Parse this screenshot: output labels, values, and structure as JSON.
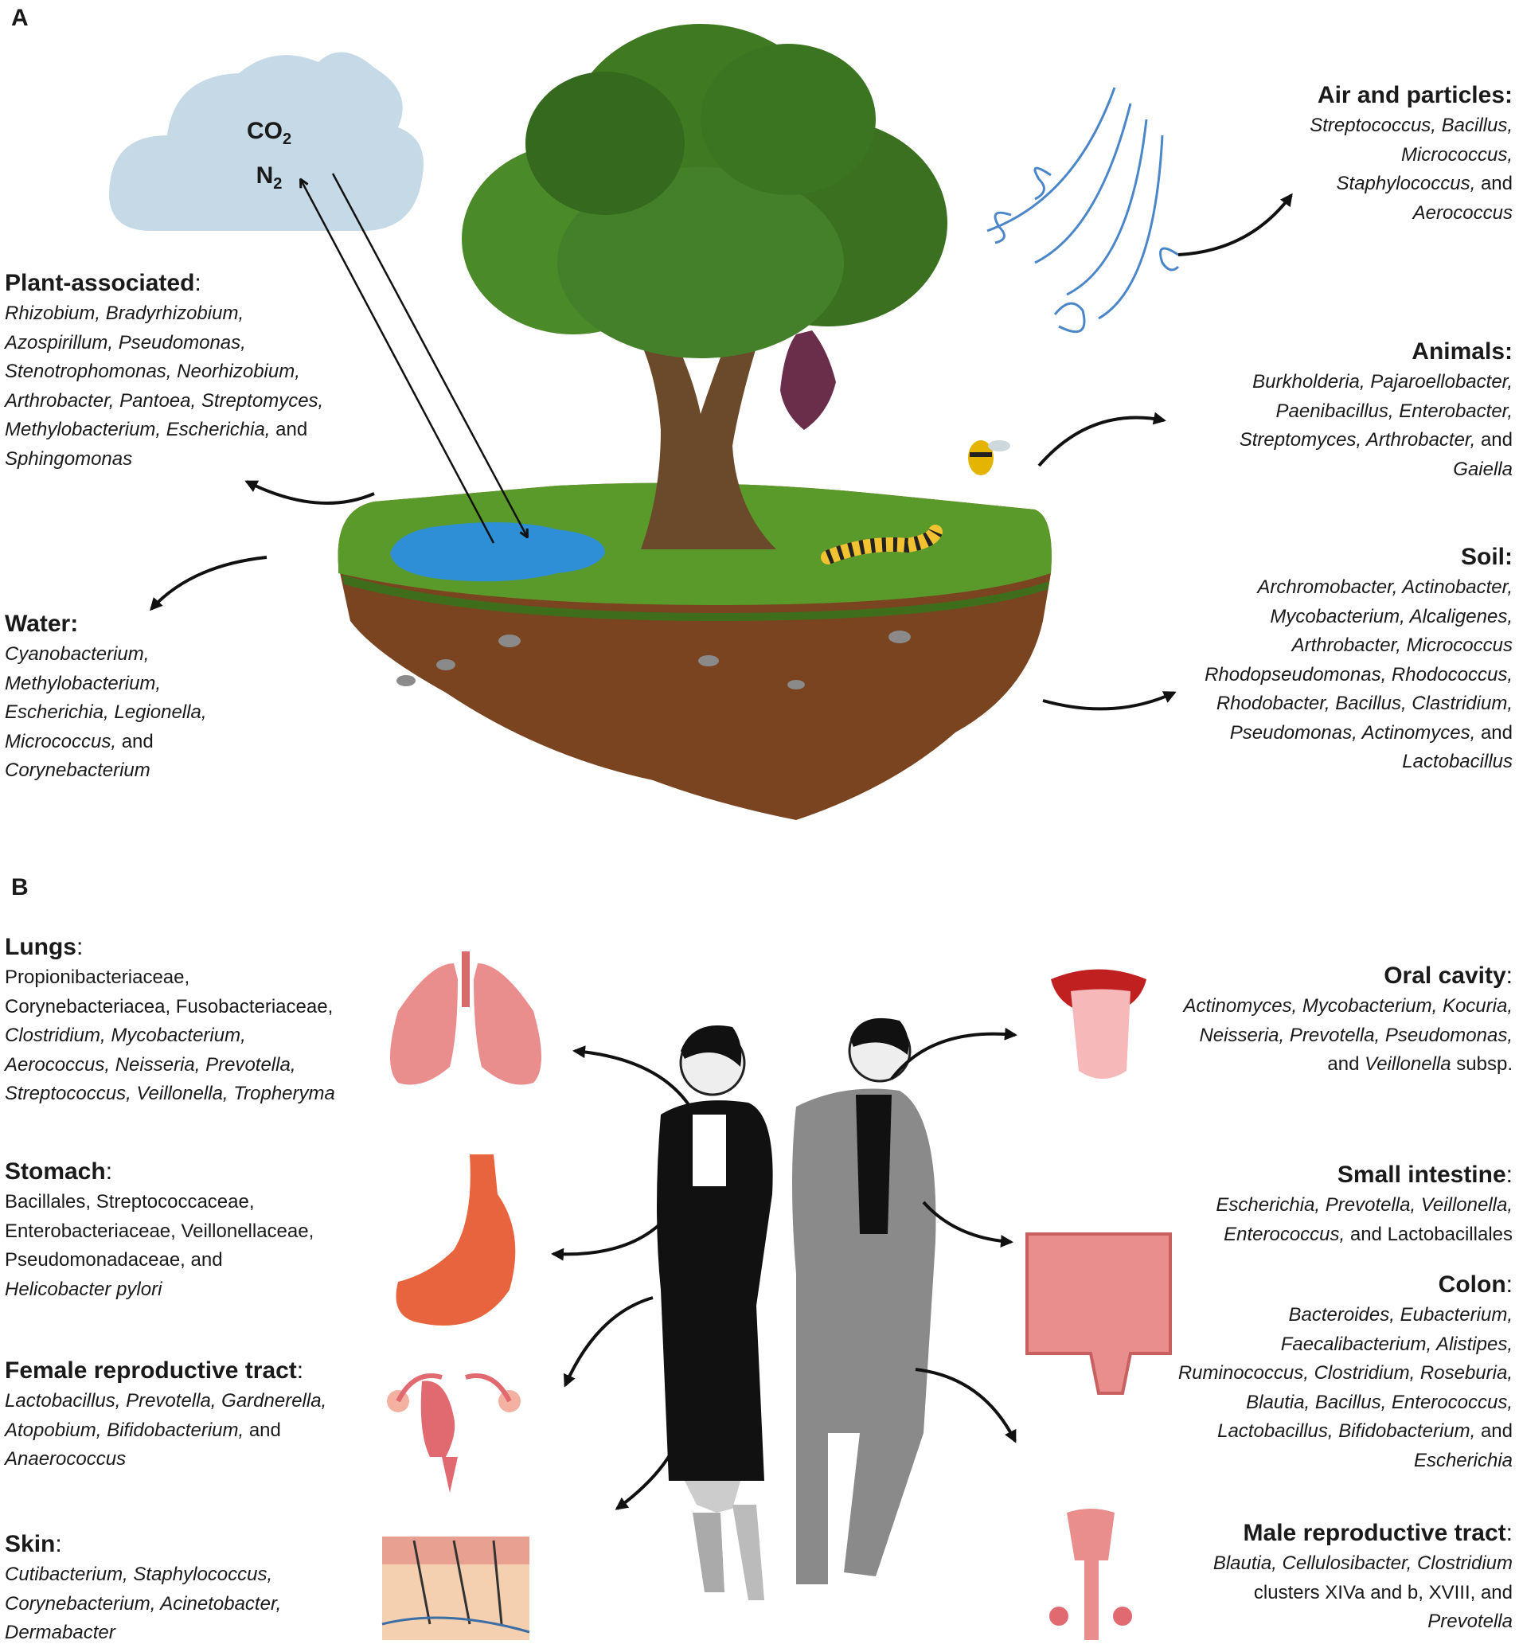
{
  "panels": {
    "a": "A",
    "b": "B"
  },
  "cloud": {
    "co2": "CO",
    "co2_sub": "2",
    "n2": "N",
    "n2_sub": "2"
  },
  "panel_a": {
    "plant": {
      "title": "Plant-associated",
      "colon": ":",
      "lines": [
        "Rhizobium, Bradyrhizobium,",
        "Azospirillum, Pseudomonas,",
        "Stenotrophomonas, Neorhizobium,",
        "Arthrobacter, Pantoea, Streptomyces,",
        "Methylobacterium, Escherichia, and",
        "Sphingomonas"
      ]
    },
    "water": {
      "title": "Water:",
      "lines": [
        "Cyanobacterium,",
        "Methylobacterium,",
        "Escherichia, Legionella,",
        "Micrococcus, and",
        "Corynebacterium"
      ]
    },
    "air": {
      "title": "Air and particles:",
      "lines": [
        "Streptococcus, Bacillus,",
        "Micrococcus,",
        "Staphylococcus, and",
        "Aerococcus"
      ]
    },
    "animals": {
      "title": "Animals:",
      "lines": [
        "Burkholderia, Pajaroellobacter,",
        "Paenibacillus, Enterobacter,",
        "Streptomyces, Arthrobacter, and",
        "Gaiella"
      ]
    },
    "soil": {
      "title": "Soil:",
      "lines": [
        "Archromobacter, Actinobacter,",
        "Mycobacterium, Alcaligenes,",
        "Arthrobacter, Micrococcus",
        "Rhodopseudomonas, Rhodococcus,",
        "Rhodobacter, Bacillus, Clastridium,",
        "Pseudomonas, Actinomyces, and",
        "Lactobacillus"
      ]
    }
  },
  "panel_b": {
    "lungs": {
      "title": "Lungs",
      "colon": ":",
      "lines": [
        "Propionibacteriaceae,",
        "Corynebacteriacea, Fusobacteriaceae,",
        "Clostridium, Mycobacterium,",
        "Aerococcus, Neisseria, Prevotella,",
        "Streptococcus, Veillonella, Tropheryma"
      ]
    },
    "stomach": {
      "title": "Stomach",
      "colon": ":",
      "lines": [
        "Bacillales, Streptococcaceae,",
        "Enterobacteriaceae, Veillonellaceae,",
        "Pseudomonadaceae, and",
        "Helicobacter pylori"
      ]
    },
    "female": {
      "title": "Female reproductive tract",
      "colon": ":",
      "lines": [
        "Lactobacillus, Prevotella, Gardnerella,",
        "Atopobium, Bifidobacterium, and",
        "Anaerococcus"
      ]
    },
    "skin": {
      "title": "Skin",
      "colon": ":",
      "lines": [
        "Cutibacterium, Staphylococcus,",
        "Corynebacterium, Acinetobacter,",
        "Dermabacter"
      ]
    },
    "oral": {
      "title": "Oral cavity",
      "colon": ":",
      "lines": [
        "Actinomyces, Mycobacterium, Kocuria,",
        "Neisseria, Prevotella, Pseudomonas,",
        "and Veillonella subsp."
      ]
    },
    "small": {
      "title": "Small intestine",
      "colon": ":",
      "lines": [
        "Escherichia, Prevotella, Veillonella,",
        "Enterococcus, and Lactobacillales"
      ]
    },
    "colon": {
      "title": "Colon",
      "colon": ":",
      "lines": [
        "Bacteroides, Eubacterium,",
        "Faecalibacterium, Alistipes,",
        "Ruminococcus, Clostridium, Roseburia,",
        "Blautia, Bacillus, Enterococcus,",
        "Lactobacillus, Bifidobacterium, and",
        "Escherichia"
      ]
    },
    "male": {
      "title": "Male reproductive tract",
      "colon": ":",
      "lines": [
        "Blautia, Cellulosibacter, Clostridium",
        "clusters XIVa and b, XVIII, and",
        "Prevotella"
      ]
    }
  },
  "colors": {
    "sky": "#c5d9e6",
    "water": "#2e8fd6",
    "grass": "#5a9a2a",
    "soil": "#7a4420",
    "foliage": "#3f7a22",
    "trunk": "#6b4a2b",
    "wind": "#4a86c8",
    "organ": "#e98d8d"
  }
}
